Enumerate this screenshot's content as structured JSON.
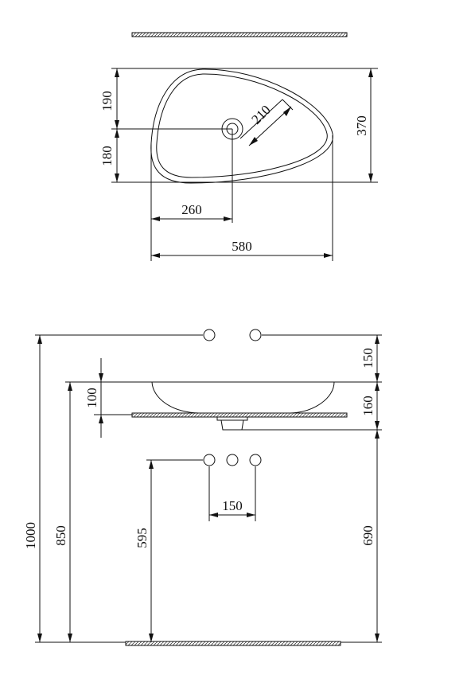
{
  "top_view": {
    "dim_depth_upper": "190",
    "dim_depth_lower": "180",
    "dim_depth_total": "370",
    "dim_drain_diag": "210",
    "dim_drain_from_left": "260",
    "dim_width_total": "580"
  },
  "side_view": {
    "dim_tap_to_top": "150",
    "dim_bowl_height": "100",
    "dim_waste_drop": "160",
    "dim_tap_height": "1000",
    "dim_counter_height": "850",
    "dim_wall_valves_height": "595",
    "dim_valve_spacing": "150",
    "dim_waste_outlet_height": "690"
  },
  "colors": {
    "line": "#111111",
    "hatch": "#666666",
    "background": "#ffffff"
  }
}
